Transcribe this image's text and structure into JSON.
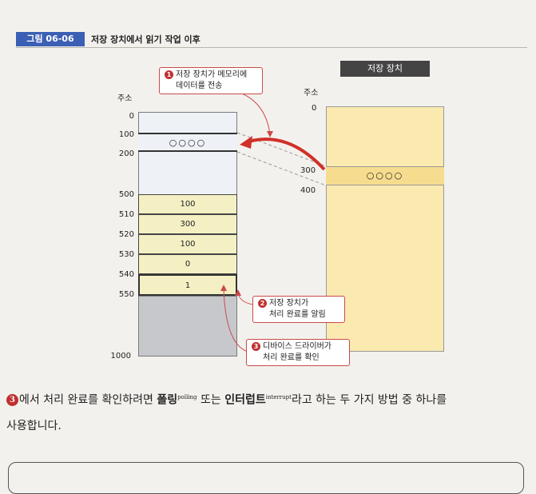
{
  "figure": {
    "number": "그림 06-06",
    "title": "저장 장치에서 읽기 작업 이후"
  },
  "memory": {
    "header": "주소",
    "addresses": [
      "0",
      "100",
      "200",
      "500",
      "510",
      "520",
      "530",
      "540",
      "550",
      "1000"
    ],
    "cells": {
      "row100": "○○○○",
      "row500": "100",
      "row510": "300",
      "row520": "100",
      "row530": "0",
      "row540": "1"
    }
  },
  "storage": {
    "label": "저장 장치",
    "header": "주소",
    "addresses": [
      "0",
      "300",
      "400"
    ],
    "data": "○○○○"
  },
  "callouts": {
    "c1_num": "1",
    "c1_line1": "저장 장치가 메모리에",
    "c1_line2": "데이터를 전송",
    "c2_num": "2",
    "c2_line1": "저장 장치가",
    "c2_line2": "처리 완료를 알림",
    "c3_num": "3",
    "c3_line1": "디바이스 드라이버가",
    "c3_line2": "처리 완료를 확인"
  },
  "body": {
    "num": "3",
    "part1": "에서 처리 완료를 확인하려면 ",
    "polling": "폴링",
    "polling_sup": "polling",
    "part2": " 또는 ",
    "interrupt": "인터럽트",
    "interrupt_sup": "interrupt",
    "part3": "라고 하는 두 가지 방법 중 하나를",
    "line2": "사용합니다."
  },
  "colors": {
    "accent": "#3a5fb4",
    "callout_border": "#c94a4a",
    "arrow": "#d03028"
  }
}
